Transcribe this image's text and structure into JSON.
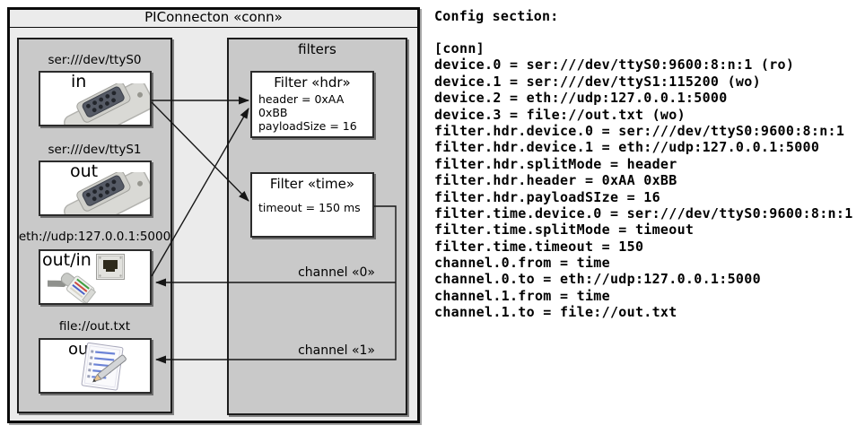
{
  "diagram": {
    "title": "PIConnecton «conn»",
    "devices_group": {
      "devices": [
        {
          "label": "ser:///dev/ttyS0",
          "port": "in",
          "icon": "serial-connector-icon"
        },
        {
          "label": "ser:///dev/ttyS1",
          "port": "out",
          "icon": "serial-connector-icon"
        },
        {
          "label": "eth://udp:127.0.0.1:5000",
          "port": "out/in",
          "icon": "ethernet-connector-icon"
        },
        {
          "label": "file://out.txt",
          "port": "out",
          "icon": "notepad-icon"
        }
      ]
    },
    "filters_group": {
      "title": "filters",
      "filters": [
        {
          "title": "Filter «hdr»",
          "properties": [
            "header = 0xAA 0xBB",
            "payloadSize = 16"
          ]
        },
        {
          "title": "Filter «time»",
          "properties": [
            "timeout = 150 ms"
          ]
        }
      ]
    },
    "channels": [
      {
        "label": "channel «0»"
      },
      {
        "label": "channel «1»"
      }
    ]
  },
  "config": {
    "heading": "Config section:",
    "lines": [
      "[conn]",
      "device.0 = ser:///dev/ttyS0:9600:8:n:1 (ro)",
      "device.1 = ser:///dev/ttyS1:115200 (wo)",
      "device.2 = eth://udp:127.0.0.1:5000",
      "device.3 = file://out.txt (wo)",
      "filter.hdr.device.0 = ser:///dev/ttyS0:9600:8:n:1",
      "filter.hdr.device.1 = eth://udp:127.0.0.1:5000",
      "filter.hdr.splitMode = header",
      "filter.hdr.header = 0xAA 0xBB",
      "filter.hdr.payloadSIze = 16",
      "filter.time.device.0 = ser:///dev/ttyS0:9600:8:n:1",
      "filter.time.splitMode = timeout",
      "filter.time.timeout = 150",
      "channel.0.from = time",
      "channel.0.to = eth://udp:127.0.0.1:5000",
      "channel.1.from = time",
      "channel.1.to = file://out.txt"
    ]
  },
  "colors": {
    "outer_fill": "#ebebeb",
    "group_fill": "#c9c9c9",
    "box_fill": "#ffffff",
    "line": "#161616",
    "text": "#000000"
  }
}
